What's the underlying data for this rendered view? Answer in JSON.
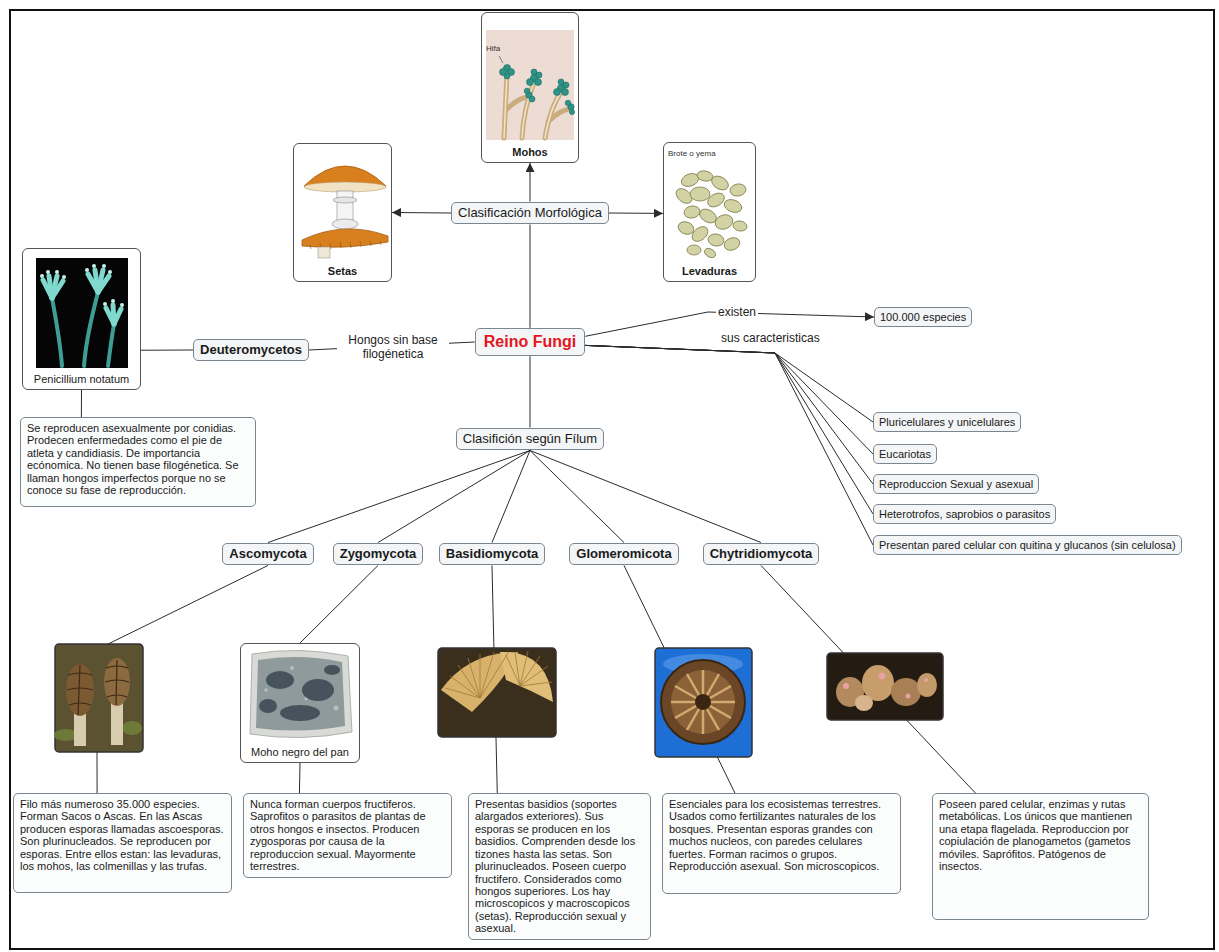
{
  "diagram": {
    "nodes": [
      {
        "text": [
          "Mohos"
        ]
      },
      {
        "text": [
          "Setas"
        ]
      },
      {
        "text": [
          "Clasificación Morfológica"
        ]
      },
      {
        "text": [
          "Levaduras"
        ]
      },
      {
        "text": [
          "Penicillium notatum"
        ]
      },
      {
        "text": [
          "Deuteromycetos"
        ]
      },
      {
        "text": [
          "Reino Fungi"
        ]
      },
      {
        "text": [
          "100.000 especies"
        ]
      },
      {
        "text": [
          "Se reproducen asexualmente por conidias. Prodecen enfermedades como el pie de atleta y candidiasis. De importancia ecónomica. No tienen base filogénetica. Se llaman hongos imperfectos porque no se conoce su fase de reproducción."
        ]
      },
      {
        "text": [
          "Clasifición según Fílum"
        ]
      },
      {
        "text": [
          "Pluricelulares y unicelulares"
        ]
      },
      {
        "text": [
          "Eucariotas"
        ]
      },
      {
        "text": [
          "Reproduccion Sexual y asexual"
        ]
      },
      {
        "text": [
          "Heterotrofos, saprobios o parasitos"
        ]
      },
      {
        "text": [
          "Presentan pared celular con quitina y glucanos (sin celulosa)"
        ]
      },
      {
        "text": [
          "Ascomycota"
        ]
      },
      {
        "text": [
          "Zygomycota"
        ]
      },
      {
        "text": [
          "Basidiomycota"
        ]
      },
      {
        "text": [
          "Glomeromicota"
        ]
      },
      {
        "text": [
          "Chytridiomycota"
        ]
      },
      {
        "text": [
          "Moho negro del pan"
        ]
      },
      {
        "text": [
          "Filo más numeroso 35.000 especies. Forman Sacos o Ascas. En las Ascas producen esporas llamadas ascoesporas. Son plurinucleados. Se reproducen por esporas. Entre ellos estan: las levaduras, los mohos, las colmenillas y las trufas."
        ]
      },
      {
        "text": [
          "Nunca forman cuerpos fructiferos. Saprofitos o parasitos de plantas de otros hongos e insectos. Producen zygosporas por causa de la reproduccion sexual. Mayormente terrestres."
        ]
      },
      {
        "text": [
          "Presentas basidios (soportes alargados exteriores). Sus esporas se producen en los basidios. Comprenden desde los tizones hasta las setas. Son plurinucleados. Poseen cuerpo fructifero. Considerados como hongos superiores. Los hay microscopicos y macroscopicos (setas). Reproducción sexual y asexual."
        ]
      },
      {
        "text": [
          "Esenciales para los ecosistemas terrestres. Usados como fertilizantes naturales de los bosques. Presentan esporas grandes con muchos nucleos, con paredes celulares fuertes. Forman racimos o grupos. Reproducción asexual. Son microscopicos."
        ]
      },
      {
        "text": [
          "Poseen pared celular, enzimas y rutas metabólicas. Los únicos que mantienen una etapa flagelada. Reproduccion por copiulación de planogametos (gametos móviles. Saprófitos. Patógenos de insectos."
        ]
      }
    ],
    "edges": [
      {
        "from": 6,
        "to": 2,
        "arrow": "none"
      },
      {
        "from": 2,
        "to": 0,
        "arrow": "to"
      },
      {
        "from": 2,
        "to": 1,
        "arrow": "to"
      },
      {
        "from": 2,
        "to": 3,
        "arrow": "to"
      },
      {
        "from": 6,
        "to": 5,
        "label": "Hongos sin base filogénetica",
        "arrow": "none"
      },
      {
        "from": 5,
        "to": 4,
        "arrow": "none"
      },
      {
        "from": 4,
        "to": 8,
        "arrow": "none"
      },
      {
        "from": 6,
        "to": 7,
        "label": "existen",
        "arrow": "to"
      },
      {
        "from": 6,
        "to": 10,
        "arrow": "none"
      },
      {
        "from": 6,
        "to": 11,
        "arrow": "none"
      },
      {
        "from": 6,
        "to": 12,
        "arrow": "none"
      },
      {
        "from": 6,
        "to": 13,
        "arrow": "none"
      },
      {
        "from": 6,
        "to": 14,
        "arrow": "none"
      },
      {
        "from": 6,
        "to": 9,
        "arrow": "none"
      },
      {
        "from": 9,
        "to": 15,
        "arrow": "none"
      },
      {
        "from": 9,
        "to": 16,
        "arrow": "none"
      },
      {
        "from": 9,
        "to": 17,
        "arrow": "none"
      },
      {
        "from": 9,
        "to": 18,
        "arrow": "none"
      },
      {
        "from": 9,
        "to": 19,
        "arrow": "none"
      },
      {
        "from": 15,
        "to": 21,
        "arrow": "none"
      },
      {
        "from": 16,
        "to": 20,
        "arrow": "none"
      },
      {
        "from": 20,
        "to": 22,
        "arrow": "none"
      },
      {
        "from": 17,
        "to": 23,
        "arrow": "none"
      },
      {
        "from": 18,
        "to": 24,
        "arrow": "none"
      },
      {
        "from": 19,
        "to": 25,
        "arrow": "none"
      }
    ],
    "labels": [
      "sus caracteristicas",
      "Hifa",
      "Brote o yema"
    ]
  }
}
